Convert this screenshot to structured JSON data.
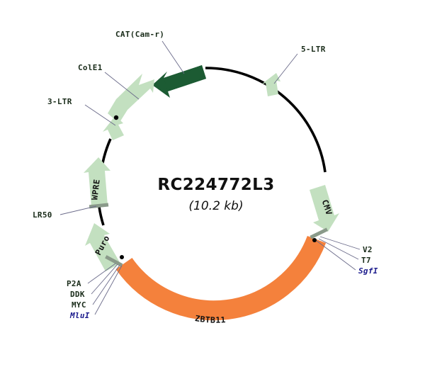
{
  "plasmid": {
    "name": "RC224772L3",
    "size_label": "(10.2 kb)"
  },
  "colors": {
    "backbone": "#000000",
    "insert_orange": "#F4813C",
    "feature_light_green": "#C3E0C0",
    "feature_dark_green": "#1C5B33",
    "site_gray": "#8A9A8A",
    "label_text": "#1A2C1A",
    "enzyme_text": "#1A1A8C",
    "leader_line": "#6B6B8A"
  },
  "features": [
    {
      "id": "cat",
      "label": "CAT(Cam-r)",
      "color": "dark_green",
      "kind": "arrow"
    },
    {
      "id": "cole1",
      "label": "ColE1",
      "color": "light_green",
      "kind": "arrow"
    },
    {
      "id": "ltr3",
      "label": "3-LTR",
      "color": "light_green",
      "kind": "arrow"
    },
    {
      "id": "ltr5",
      "label": "5-LTR",
      "color": "light_green",
      "kind": "arrow"
    },
    {
      "id": "wpre",
      "label": "WPRE",
      "color": "light_green",
      "kind": "arrow"
    },
    {
      "id": "puro",
      "label": "Puro",
      "color": "light_green",
      "kind": "arrow"
    },
    {
      "id": "cmv",
      "label": "CMV",
      "color": "light_green",
      "kind": "arrow"
    },
    {
      "id": "zbtb11",
      "label": "ZBTB11",
      "color": "orange",
      "kind": "arc"
    }
  ],
  "sites": [
    {
      "id": "lr50",
      "label": "LR50",
      "type": "site"
    },
    {
      "id": "p2a",
      "label": "P2A",
      "type": "site"
    },
    {
      "id": "ddk",
      "label": "DDK",
      "type": "site"
    },
    {
      "id": "myc",
      "label": "MYC",
      "type": "site"
    },
    {
      "id": "mlui",
      "label": "MluI",
      "type": "enzyme"
    },
    {
      "id": "v2",
      "label": "V2",
      "type": "site"
    },
    {
      "id": "t7",
      "label": "T7",
      "type": "site"
    },
    {
      "id": "sgfi",
      "label": "SgfI",
      "type": "enzyme"
    }
  ],
  "inner_labels": {
    "wpre": "WPRE",
    "puro": "Puro",
    "cmv": "CMV",
    "zbtb11": "ZBTB11"
  }
}
